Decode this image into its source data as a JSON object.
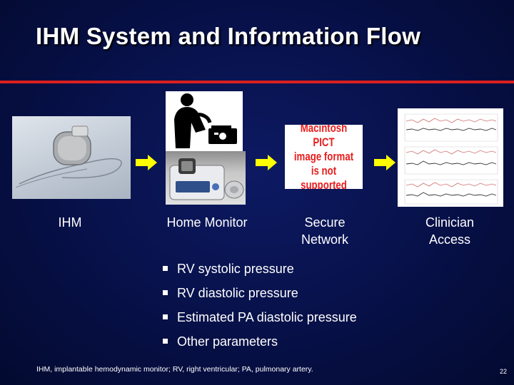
{
  "slide": {
    "title": "IHM System and Information Flow",
    "accent_color": "#d9201f",
    "arrow_color": "#ffff00",
    "stages": [
      {
        "label": "IHM"
      },
      {
        "label": "Home Monitor"
      },
      {
        "label": "Secure\nNetwork",
        "image_text": "Macintosh PICT\nimage format\nis not supported"
      },
      {
        "label": "Clinician\nAccess"
      }
    ],
    "bullets": [
      "RV systolic pressure",
      "RV diastolic pressure",
      "Estimated PA diastolic pressure",
      "Other parameters"
    ],
    "footnote": "IHM, implantable hemodynamic monitor; RV, right ventricular; PA, pulmonary artery.",
    "page_number": "22"
  }
}
